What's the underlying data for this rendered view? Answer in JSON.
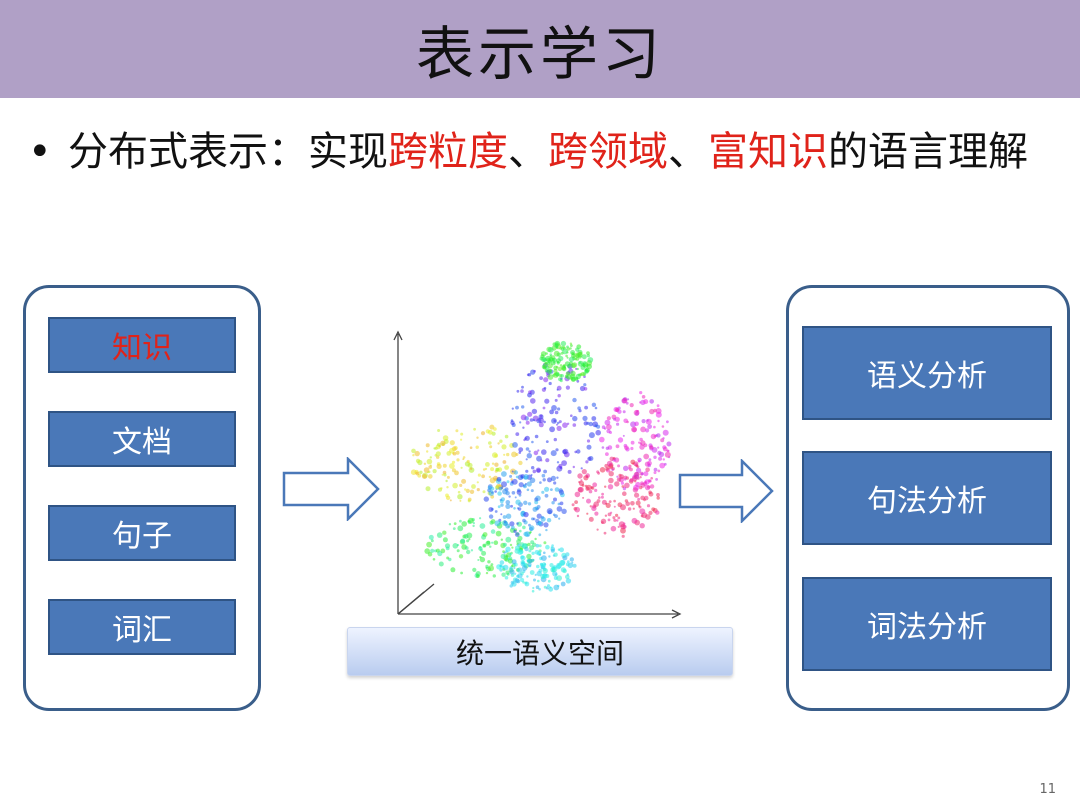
{
  "title": "表示学习",
  "bullet": {
    "segments": [
      {
        "text": "分布式表示：实现",
        "color": "#111111"
      },
      {
        "text": "跨粒度",
        "color": "#e0231a"
      },
      {
        "text": "、",
        "color": "#111111"
      },
      {
        "text": "跨领域",
        "color": "#e0231a"
      },
      {
        "text": "、",
        "color": "#111111"
      },
      {
        "text": "富知识",
        "color": "#e0231a"
      },
      {
        "text": "的语言理解",
        "color": "#111111"
      }
    ]
  },
  "inputs": [
    "知识",
    "文档",
    "句子",
    "词汇"
  ],
  "outputs": [
    "语义分析",
    "句法分析",
    "词法分析"
  ],
  "center_label": "统一语义空间",
  "page_number": "11",
  "colors": {
    "title_bg": "#b0a0c6",
    "box_fill": "#4a78b8",
    "panel_border": "#3a5e8a",
    "accent_red": "#e0231a"
  }
}
